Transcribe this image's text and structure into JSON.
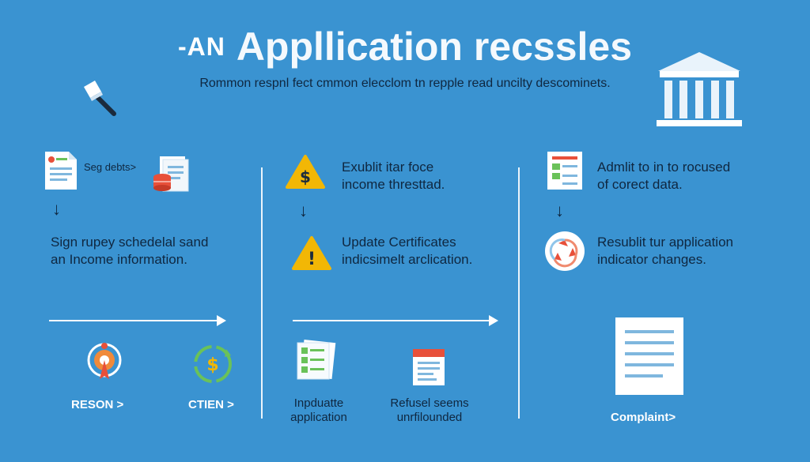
{
  "header": {
    "title_prefix": "-AN",
    "title": "Appllication recssles",
    "subtitle": "Rommon respnl fect cmmon elecclom tn repple read uncilty descominets."
  },
  "columns": [
    {
      "doc_label": "Seg debts>",
      "step": "Sign rupey schedelal sand\nan Income information."
    },
    {
      "step1": "Exublit itar foce\nincome thresttad.",
      "step2": "Update Certificates\nindicsimelt arclication."
    },
    {
      "step1": "Admlit to in to rocused\nof corect data.",
      "step2": "Resublit tur application\nindicator changes."
    }
  ],
  "bottom": {
    "reason": "RESON >",
    "action": "CTIEN >",
    "update": "Inpduatte\napplication",
    "refusal": "Refusel seems\nunrfilounded",
    "complaint": "Complaint>"
  },
  "colors": {
    "background": "#3a93d1",
    "warning": "#f2b705",
    "accent_red": "#e8503a",
    "accent_green": "#6ac259"
  }
}
